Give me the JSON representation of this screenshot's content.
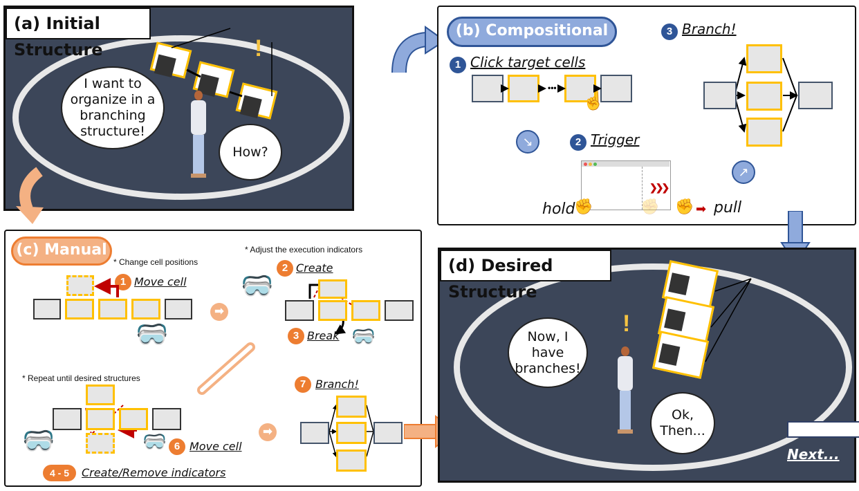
{
  "panel_a": {
    "title": "(a) Initial Structure",
    "bubble_left": "I want to organize in a branching structure!",
    "bubble_right": "How?",
    "exclamation": "!"
  },
  "panel_b": {
    "title": "(b) Compositional",
    "steps": [
      {
        "number": "1",
        "label": "Click target cells"
      },
      {
        "number": "2",
        "label": "Trigger"
      },
      {
        "number": "3",
        "label": "Branch!"
      }
    ],
    "ellipsis": "•••",
    "hold_label": "hold",
    "pull_label": "pull",
    "chevrons": "❯❯❯"
  },
  "panel_c": {
    "title": "(c) Manual",
    "notes": {
      "change_positions": "* Change cell positions",
      "adjust_indicators": "* Adjust the execution indicators",
      "repeat": "* Repeat until desired structures"
    },
    "steps": [
      {
        "number": "1",
        "label": "Move cell"
      },
      {
        "number": "2",
        "label": "Create"
      },
      {
        "number": "3",
        "label": "Break"
      },
      {
        "number": "4 - 5",
        "label": "Create/Remove indicators"
      },
      {
        "number": "6",
        "label": "Move cell"
      },
      {
        "number": "7",
        "label": "Branch!"
      }
    ]
  },
  "panel_d": {
    "title": "(d) Desired Structure",
    "bubble_left": "Now, I have branches!",
    "bubble_right": "Ok, Then...",
    "exclamation": "!",
    "next_label": "Next..."
  },
  "colors": {
    "scene_bg": "#3c4659",
    "compositional_blue": "#8faadc",
    "compositional_dark": "#2f5597",
    "manual_orange": "#f4b183",
    "manual_dark": "#ed7d31",
    "selected_cell": "#ffc000",
    "indicator_red": "#c00000"
  }
}
